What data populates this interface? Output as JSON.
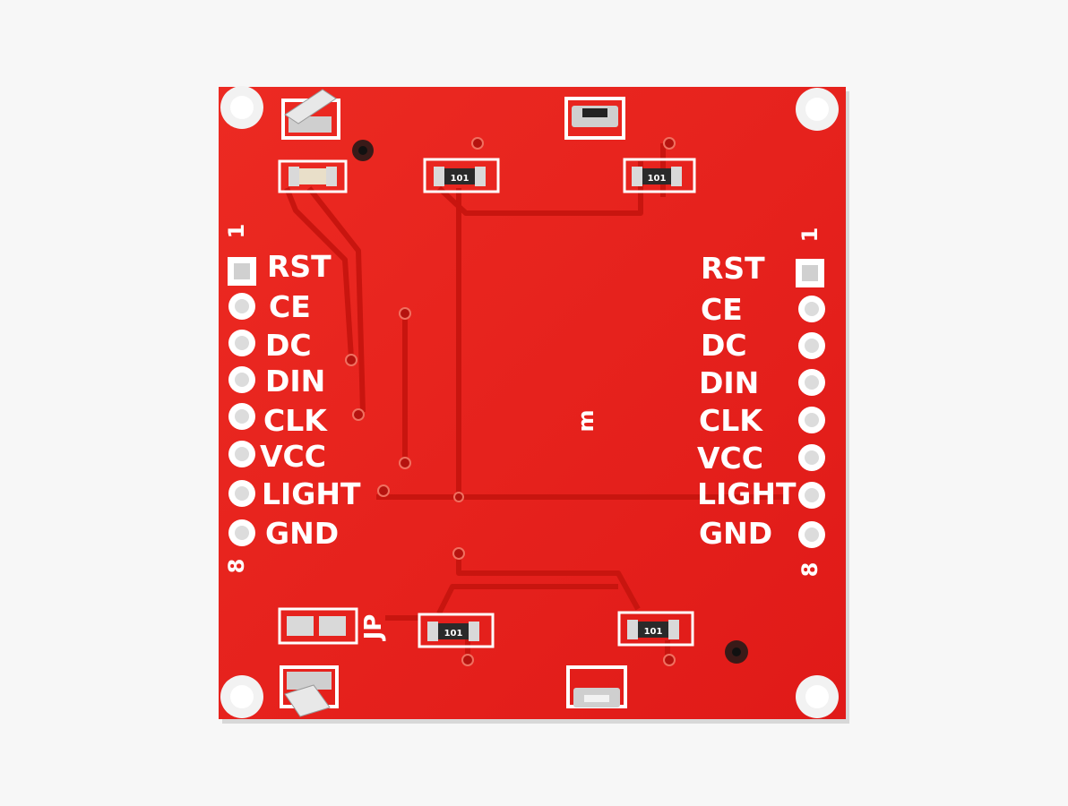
{
  "board": {
    "color": "#e81f1f",
    "trace_color": "#c8150f",
    "silkscreen_color": "#ffffff",
    "pad_color": "#d9d9d9"
  },
  "left_header": {
    "pin_start": "1",
    "pin_end": "8",
    "labels": [
      "RST",
      "CE",
      "DC",
      "DIN",
      "CLK",
      "VCC",
      "LIGHT",
      "GND"
    ]
  },
  "right_header": {
    "pin_start": "1",
    "pin_end": "8",
    "labels": [
      "RST",
      "CE",
      "DC",
      "DIN",
      "CLK",
      "VCC",
      "LIGHT",
      "GND"
    ]
  },
  "resistor_marking": "101",
  "jumper_label": "JP",
  "center_mark": "m"
}
